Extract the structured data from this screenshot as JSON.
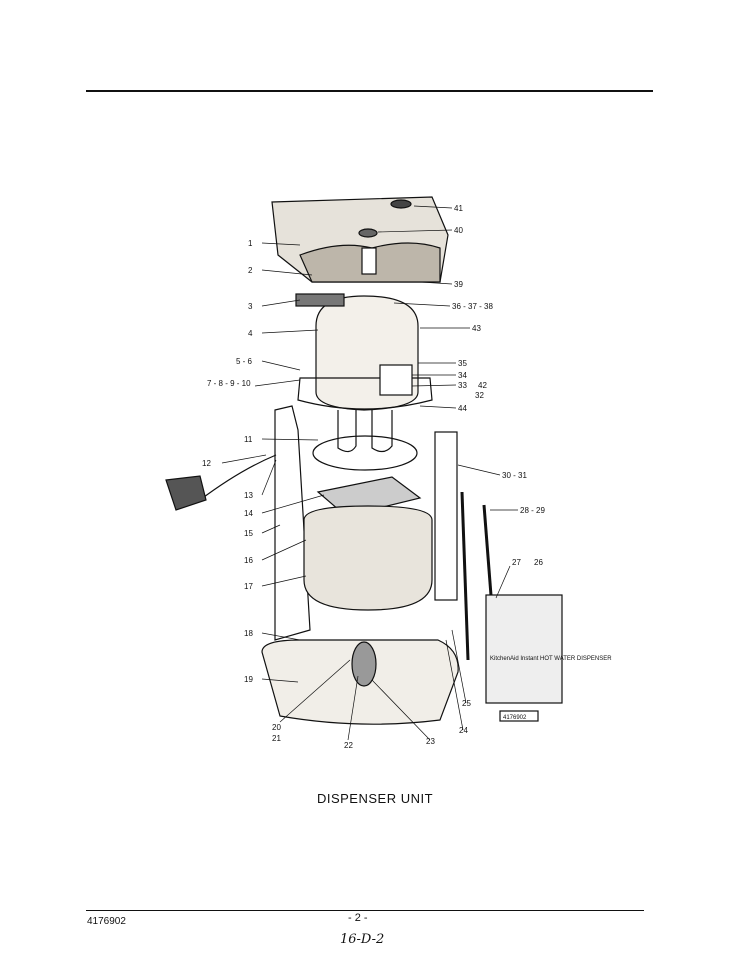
{
  "caption": "DISPENSER UNIT",
  "document_number": "4176902",
  "page_number": "- 2 -",
  "handwritten_note": "16-D-2",
  "label_sticker": "KitchenAid Instant HOT WATER DISPENSER",
  "label_code": "4176902",
  "parts": {
    "p1": "1",
    "p2": "2",
    "p3": "3",
    "p4": "4",
    "p5": "5 - 6",
    "p7": "7 - 8 - 9 - 10",
    "p11": "11",
    "p12": "12",
    "p13": "13",
    "p14": "14",
    "p15": "15",
    "p16": "16",
    "p17": "17",
    "p18": "18",
    "p19": "19",
    "p20": "20",
    "p21": "21",
    "p22": "22",
    "p23": "23",
    "p24": "24",
    "p25": "25",
    "p26": "26",
    "p27": "27",
    "p28": "28 - 29",
    "p30": "30 - 31",
    "p32": "32",
    "p33": "33",
    "p34": "34",
    "p35": "35",
    "p36": "36 - 37 - 38",
    "p39": "39",
    "p40": "40",
    "p41": "41",
    "p42": "42",
    "p43": "43",
    "p44": "44"
  }
}
